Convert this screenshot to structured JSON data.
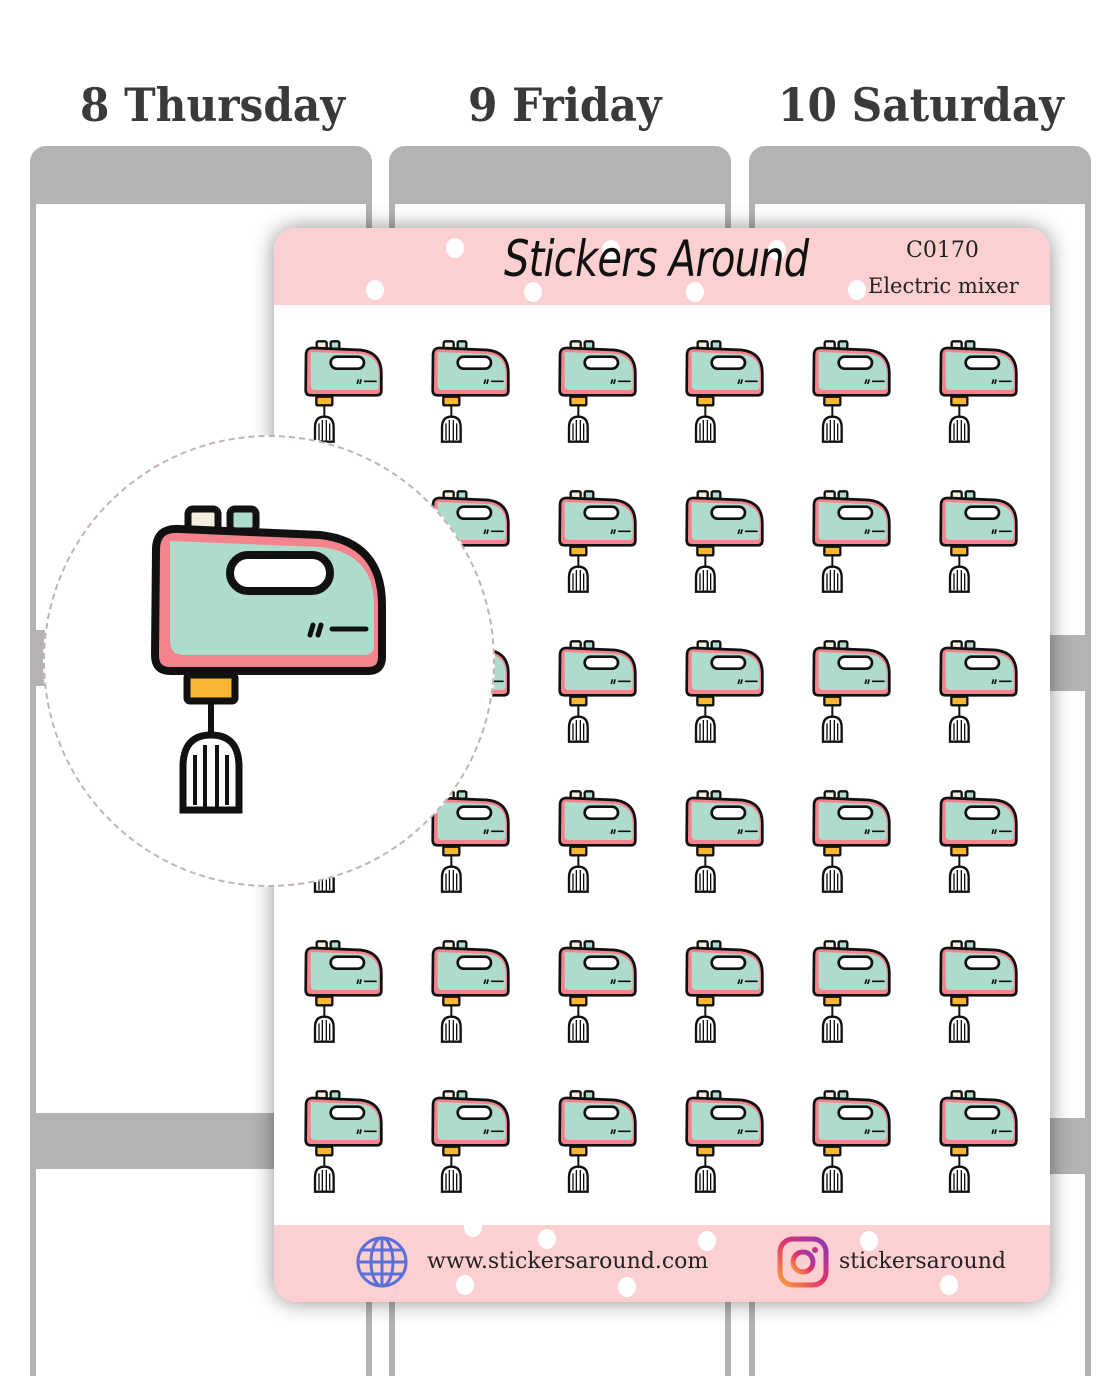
{
  "planner": {
    "days": [
      "8 Thursday",
      "9 Friday",
      "10 Saturday"
    ]
  },
  "sheet": {
    "brand": "Stickers Around",
    "code": "C0170",
    "product_name": "Electric mixer",
    "grid": {
      "rows": 6,
      "cols": 6
    },
    "website": "www.stickersaround.com",
    "instagram": "stickersaround"
  },
  "colors": {
    "header_pink": "#fccfd1",
    "mint": "#aedccc",
    "pink": "#f4838d",
    "yellow": "#f7b733",
    "planner_gray": "#b3b3b3"
  },
  "icons": {
    "sticker": "electric-mixer-icon",
    "website": "globe-icon",
    "instagram": "instagram-icon"
  }
}
